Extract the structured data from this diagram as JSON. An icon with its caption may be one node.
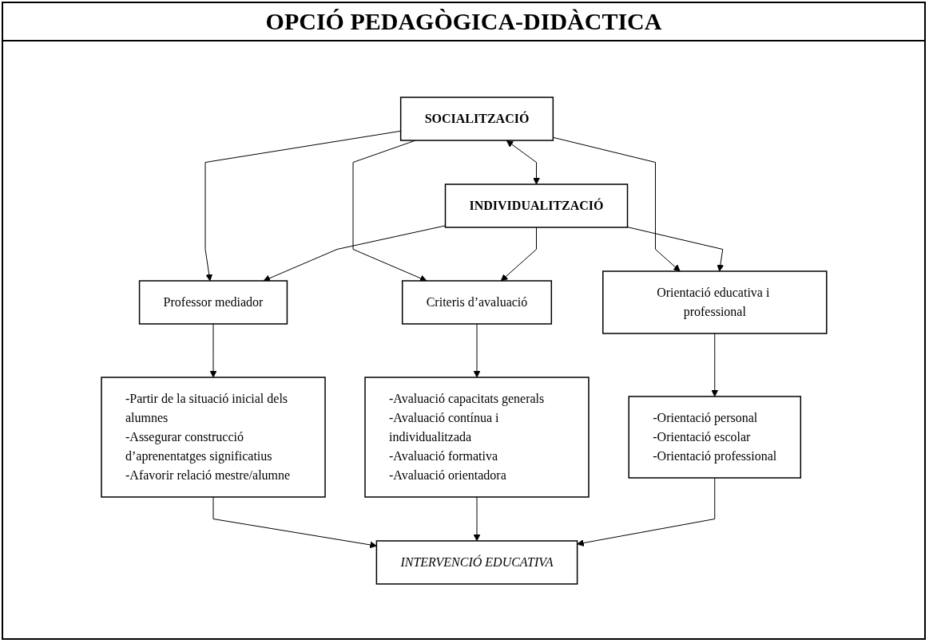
{
  "diagram": {
    "title": "OPCIÓ PEDAGÒGICA-DIDÀCTICA",
    "nodes": [
      {
        "text": [
          "SOCIALITZACIÓ"
        ]
      },
      {
        "text": [
          "INDIVIDUALITZACIÓ"
        ]
      },
      {
        "text": [
          "Professor mediador"
        ]
      },
      {
        "text": [
          "Criteris d’avaluació"
        ]
      },
      {
        "text": [
          "Orientació educativa i professional"
        ]
      },
      {
        "text": [
          "-Partir de la situació inicial dels alumnes",
          "-Assegurar construcció d’aprenentatges significatius",
          "-Afavorir relació mestre/alumne"
        ]
      },
      {
        "text": [
          "-Avaluació capacitats generals",
          "-Avaluació contínua i individualitzada",
          "-Avaluació formativa",
          "-Avaluació orientadora"
        ]
      },
      {
        "text": [
          "-Orientació personal",
          "-Orientació escolar",
          "-Orientació professional"
        ]
      },
      {
        "text": [
          "INTERVENCIÓ EDUCATIVA"
        ]
      }
    ],
    "edges": [
      {
        "from": 0,
        "to": 1,
        "arrow": "both"
      },
      {
        "from": 0,
        "to": 2,
        "arrow": "to"
      },
      {
        "from": 0,
        "to": 3,
        "arrow": "to"
      },
      {
        "from": 0,
        "to": 4,
        "arrow": "to"
      },
      {
        "from": 1,
        "to": 2,
        "arrow": "to"
      },
      {
        "from": 1,
        "to": 3,
        "arrow": "to"
      },
      {
        "from": 1,
        "to": 4,
        "arrow": "to"
      },
      {
        "from": 2,
        "to": 5,
        "arrow": "to"
      },
      {
        "from": 3,
        "to": 6,
        "arrow": "to"
      },
      {
        "from": 4,
        "to": 7,
        "arrow": "to"
      },
      {
        "from": 5,
        "to": 8,
        "arrow": "to"
      },
      {
        "from": 6,
        "to": 8,
        "arrow": "to"
      },
      {
        "from": 7,
        "to": 8,
        "arrow": "to"
      }
    ]
  }
}
